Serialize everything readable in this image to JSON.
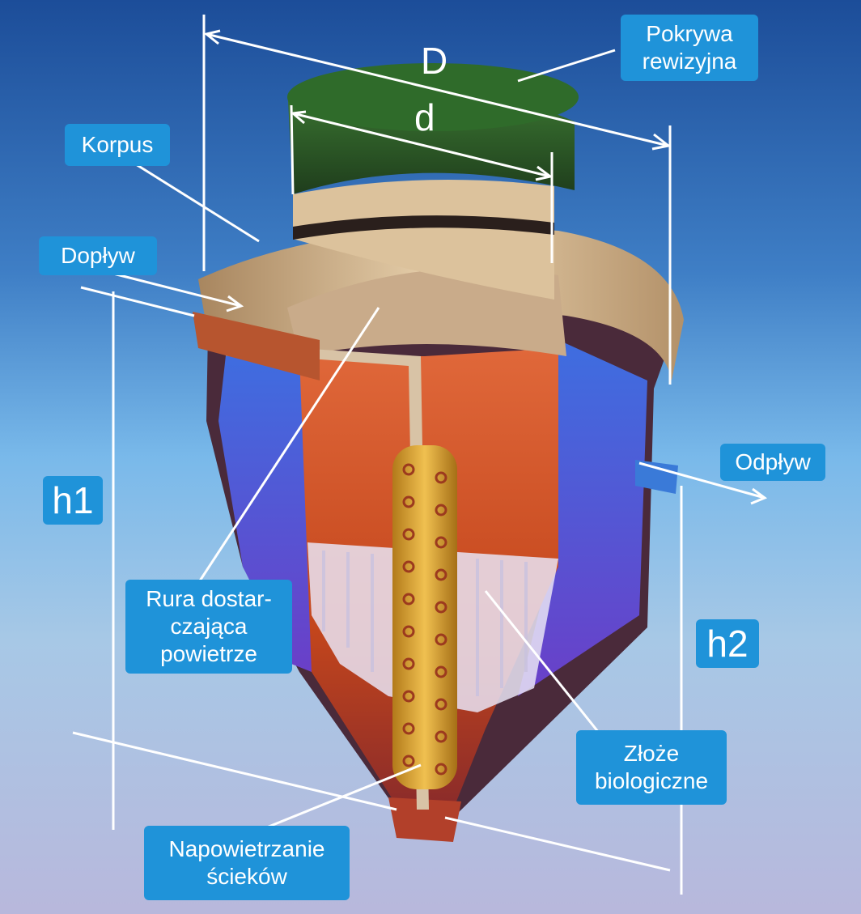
{
  "labels": {
    "pokrywa": "Pokrywa\nrewizyjna",
    "korpus": "Korpus",
    "doplyw": "Dopływ",
    "odplyw": "Odpływ",
    "rura": "Rura dostar-\nczająca\npowietrze",
    "zloze": "Złoże\nbiologiczne",
    "napowietrzanie": "Napowietrzanie\nścieków",
    "h1": "h1",
    "h2": "h2"
  },
  "dimensions": {
    "D": "D",
    "d": "d"
  },
  "colors": {
    "label_bg": "#1f93d9",
    "lid": "#2f5a2a",
    "body_outer": "#e2c9a8",
    "biofilm": "#2b59d6",
    "chamber": "#c4461c",
    "aeration_tube": "#d9a126"
  }
}
